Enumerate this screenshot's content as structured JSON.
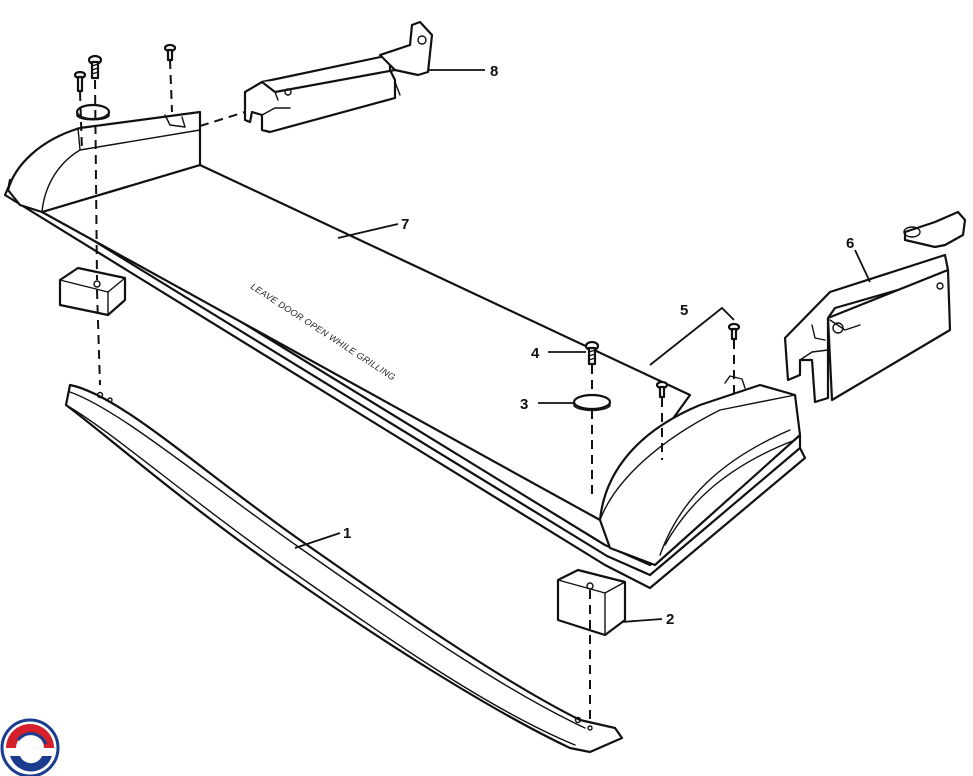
{
  "diagram": {
    "decal_text": "LEAVE DOOR OPEN WHILE GRILLING",
    "callouts": {
      "c1": "1",
      "c2": "2",
      "c3": "3",
      "c4": "4",
      "c5": "5",
      "c6": "6",
      "c7": "7",
      "c8": "8"
    },
    "logo_colors": {
      "red": "#d4202b",
      "blue": "#1a3c8f"
    }
  }
}
